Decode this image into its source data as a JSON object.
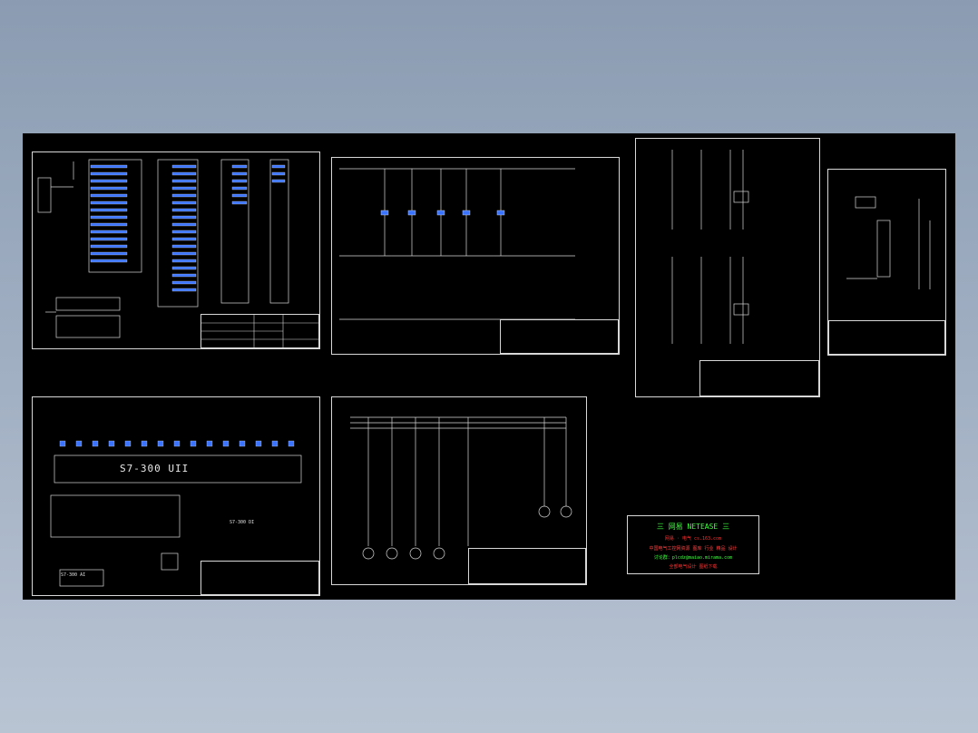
{
  "sheets": {
    "sheet3": {
      "block_label": "S7-300 UII"
    },
    "sheet7": {
      "block_label": "S7-300 DI"
    },
    "sheet8": {
      "block_label": "S7-300 AI"
    }
  },
  "banner": {
    "title": "三  网易  NETEASE  三",
    "line2": "网易 · 电气      cs.163.com",
    "line3": "中国电气工控网资源 图库 行业 精品 设计",
    "line4": "讨论群：plcdz@maiao.mirama.com",
    "line5": "全部电气设计 图纸下载",
    "colors": {
      "title": "#3cff3c",
      "line2": "#ff3030",
      "line3": "#ff4040",
      "line4": "#40ff40",
      "line5": "#ff3030"
    }
  }
}
